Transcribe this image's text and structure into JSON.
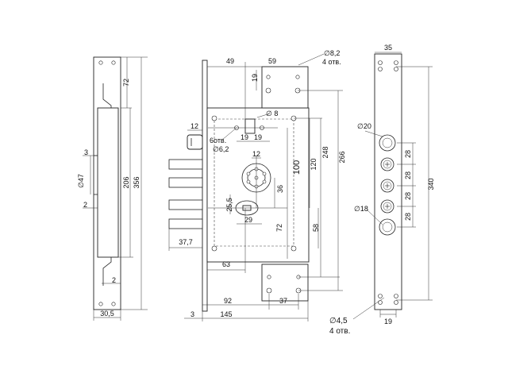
{
  "left_plate": {
    "d72": "72",
    "d356": "356",
    "d206": "206",
    "d3": "3",
    "d47": "∅47",
    "d2a": "2",
    "d2b": "2",
    "d30_5": "30,5"
  },
  "lock_body": {
    "d49": "49",
    "d59": "59",
    "d8_2": "∅8,2",
    "holes4": "4 отв.",
    "d19a": "19",
    "d8": "∅ 8",
    "d12a": "12",
    "holes6": "6отв.",
    "d6_2": "∅6,2",
    "d19b": "19",
    "d19c": "19",
    "d12b": "12",
    "d100": "100",
    "d120": "120",
    "d248": "248",
    "d266": "266",
    "d36": "36",
    "d25_5": "25,5",
    "d29": "29",
    "d58": "58",
    "d72": "72",
    "d37_7": "37,7",
    "d63": "63",
    "d92": "92",
    "d37": "37",
    "d3": "3",
    "d145": "145"
  },
  "right_plate": {
    "d35": "35",
    "d20": "∅20",
    "d28a": "28",
    "d28b": "28",
    "d28c": "28",
    "d28d": "28",
    "d340": "340",
    "d18": "∅18",
    "d4_5": "∅4,5",
    "holes4": "4 отв.",
    "d19": "19"
  }
}
